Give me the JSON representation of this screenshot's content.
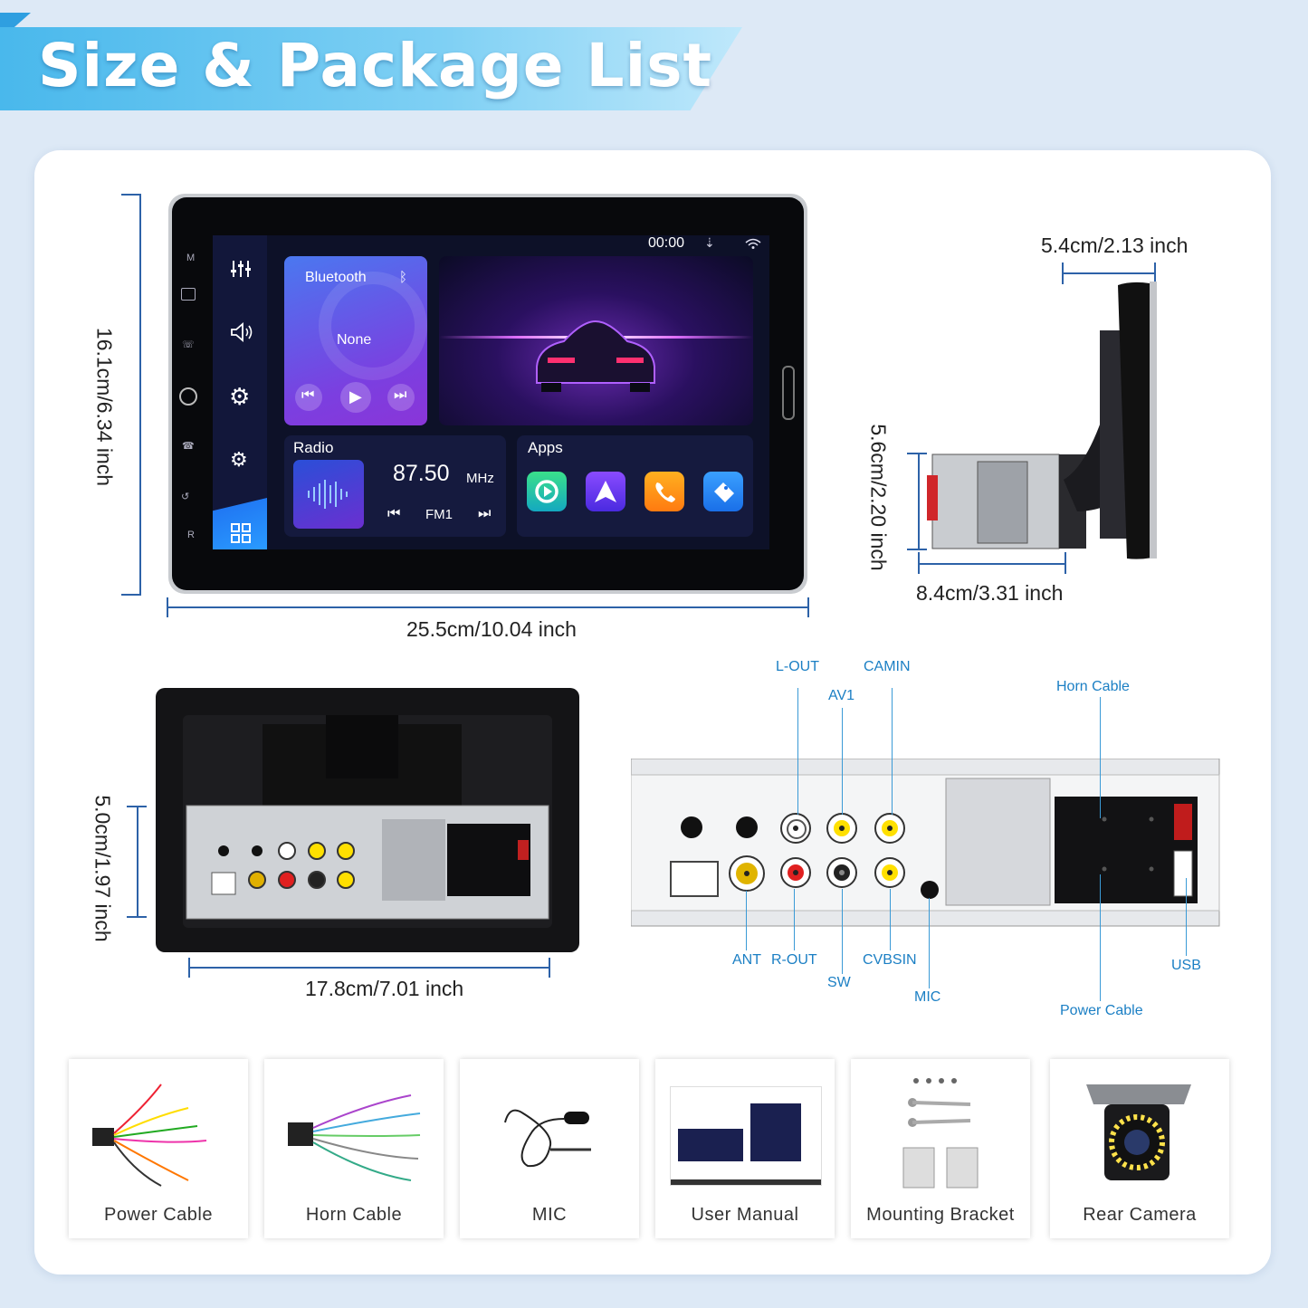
{
  "header": {
    "title": "Size & Package List"
  },
  "dimensions": {
    "front_height": "16.1cm/6.34 inch",
    "front_width": "25.5cm/10.04 inch",
    "side_depth_top": "5.4cm/2.13 inch",
    "side_height": "5.6cm/2.20 inch",
    "side_depth_bottom": "8.4cm/3.31 inch",
    "back_height": "5.0cm/1.97 inch",
    "back_width": "17.8cm/7.01 inch"
  },
  "screen": {
    "time": "00:00",
    "bluetooth_label": "Bluetooth",
    "bluetooth_track": "None",
    "radio_label": "Radio",
    "radio_freq": "87.50",
    "radio_unit": "MHz",
    "radio_band": "FM1",
    "apps_label": "Apps",
    "side_buttons": [
      "M",
      "R"
    ]
  },
  "ports": {
    "l_out": "L-OUT",
    "camin": "CAMIN",
    "av1": "AV1",
    "horn_cable": "Horn Cable",
    "ant": "ANT",
    "r_out": "R-OUT",
    "cvbsin": "CVBSIN",
    "sw": "SW",
    "mic": "MIC",
    "usb": "USB",
    "power_cable": "Power Cable"
  },
  "package": [
    {
      "label": "Power Cable"
    },
    {
      "label": "Horn Cable"
    },
    {
      "label": "MIC"
    },
    {
      "label": "User Manual"
    },
    {
      "label": "Mounting Bracket"
    },
    {
      "label": "Rear Camera"
    }
  ],
  "colors": {
    "banner": "#49b8ec",
    "callout": "#1b7fc4",
    "dimension_line": "#2d62a8"
  }
}
